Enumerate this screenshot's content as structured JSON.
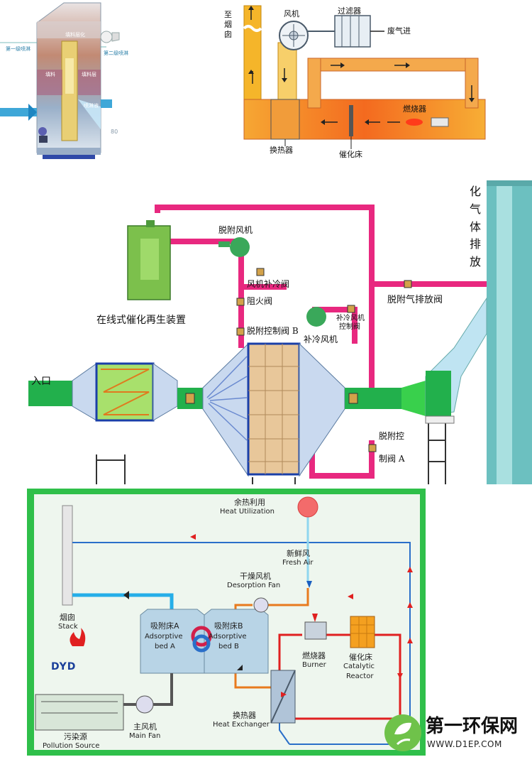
{
  "tower": {
    "labels": {
      "top": "填料层化",
      "first_spray": "第一级喷淋",
      "second_spray": "第二级喷淋",
      "left_mid": "填料",
      "right_mid": "填料层",
      "liquid": "喷淋液",
      "bottom": "80"
    }
  },
  "catalytic": {
    "labels": {
      "chimney": "至\n烟\n囱",
      "fan": "风机",
      "filter": "过滤器",
      "waste_gas_in": "废气进",
      "burner": "燃烧器",
      "heat_exchanger": "换热器",
      "catalytic_bed": "催化床"
    }
  },
  "middle": {
    "labels": {
      "regen_device": "在线式催化再生装置",
      "desorption_fan": "脱附风机",
      "fan_cool_valve": "风机补冷阀",
      "fire_valve": "阻火阀",
      "desorb_valve_b": "脱附控制阀 B",
      "cool_fan_valve_1": "补冷风机",
      "cool_fan_valve_2": "控制阀",
      "cool_fan": "补冷风机",
      "desorb_exhaust_valve": "脱附气排放阀",
      "purified_gas": "化\n气\n体\n排\n放",
      "inlet": "入口",
      "desorb_valve_a_1": "脱附控",
      "desorb_valve_a_2": "制阀 A"
    }
  },
  "bottom": {
    "labels": {
      "heat_util_cn": "余热利用",
      "heat_util_en": "Heat Utilization",
      "fresh_air_cn": "新鲜风",
      "fresh_air_en": "Fresh Air",
      "desorption_fan_cn": "干燥风机",
      "desorption_fan_en": "Desorption Fan",
      "stack_cn": "烟囱",
      "stack_en": "Stack",
      "bed_a_cn": "吸附床A",
      "bed_a_en1": "Adsorptive",
      "bed_a_en2": "bed A",
      "bed_b_cn": "吸附床B",
      "bed_b_en1": "Adsorptive",
      "bed_b_en2": "bed B",
      "burner_cn": "燃烧器",
      "burner_en": "Burner",
      "reactor_cn": "催化床",
      "reactor_en1": "Catalytic",
      "reactor_en2": "Reactor",
      "pollution_cn": "污染源",
      "pollution_en": "Pollution Source",
      "main_fan_cn": "主风机",
      "main_fan_en": "Main Fan",
      "heat_ex_cn": "换热器",
      "heat_ex_en": "Heat Exchanger",
      "logo": "DYD"
    }
  },
  "watermark": {
    "brand": "第一环保网",
    "url": "WWW.D1EP.COM"
  },
  "colors": {
    "pink_pipe": "#e8287f",
    "green_duct": "#22b04c",
    "panel_bg": "#2fbf4a",
    "blue_line": "#2a6fc9",
    "red_line": "#e02020",
    "orange_line": "#e87a1e",
    "cyan_line": "#25aee8"
  }
}
